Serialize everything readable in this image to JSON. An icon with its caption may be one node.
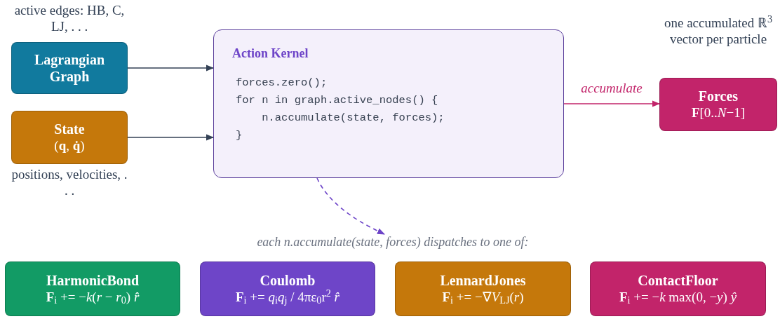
{
  "diagram": {
    "nodes": [
      {
        "text": [
          "Lagrangian Graph"
        ],
        "beside": [
          "active edges: HB, C, LJ, . . ."
        ]
      },
      {
        "text": [
          "State",
          "(**q**, **q̇**)"
        ],
        "beside": [
          "positions, velocities, . . ."
        ]
      },
      {
        "text": [
          "Action Kernel",
          "forces.zero();",
          "for n in graph.active_nodes() {",
          "    n.accumulate(state, forces);",
          "}"
        ]
      },
      {
        "text": [
          "Forces",
          "**F**[0..*N*−1]"
        ],
        "beside": [
          "one accumulated ℝ$^{3}$ vector per particle"
        ]
      },
      {
        "text": [
          "each n.accumulate(state, forces) dispatches to one of:"
        ]
      },
      {
        "text": [
          "HarmonicBond",
          "**F**$_{i}$ += −*k*(*r* − *r*$_{0}$) *r̂*"
        ]
      },
      {
        "text": [
          "Coulomb",
          "**F**$_{i}$ += *q*$_{i}$*q*$_{j}$ / 4πε$_{0}$r$^{2}$ *r̂*"
        ]
      },
      {
        "text": [
          "LennardJones",
          "**F**$_{i}$ += −∇*V*$_{LJ}$(*r*)"
        ]
      },
      {
        "text": [
          "ContactFloor",
          "**F**$_{i}$ += −*k* max(0, −*y*) *ŷ*"
        ]
      }
    ],
    "edges": [
      {
        "from": 0,
        "to": 2,
        "arrow": "to"
      },
      {
        "from": 1,
        "to": 2,
        "arrow": "to"
      },
      {
        "from": 2,
        "to": 3,
        "arrow": "to",
        "label": "accumulate",
        "color": "#c2246a"
      },
      {
        "from": 2,
        "to": 4,
        "arrow": "to",
        "style": "dashed",
        "color": "#6d44c8"
      }
    ]
  }
}
